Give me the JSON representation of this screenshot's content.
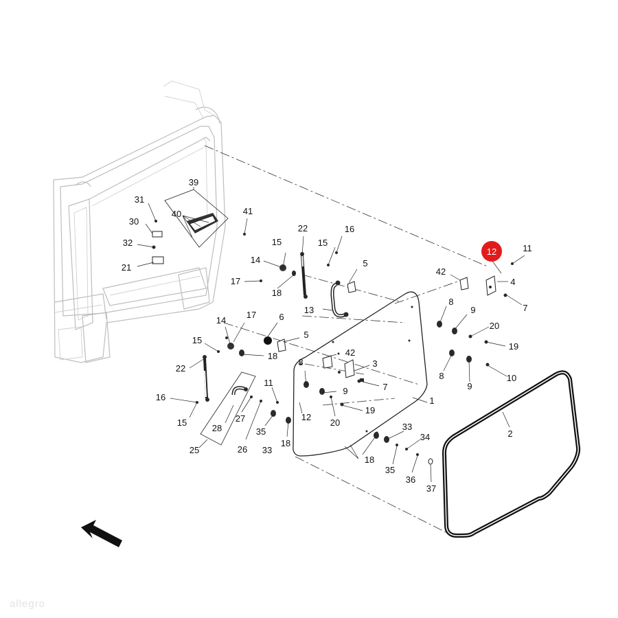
{
  "diagram": {
    "highlight_color": "#e11b1b",
    "highlighted_part": "12",
    "watermark": "allegro",
    "callouts": {
      "c1": "1",
      "c2": "2",
      "c3": "3",
      "c4": "4",
      "c5a": "5",
      "c5b": "5",
      "c6": "6",
      "c7a": "7",
      "c7b": "7",
      "c8a": "8",
      "c8b": "8",
      "c8c": "8",
      "c9a": "9",
      "c9b": "9",
      "c9c": "9",
      "c10": "10",
      "c11a": "11",
      "c11b": "11",
      "c12badge": "12",
      "c12": "12",
      "c13": "13",
      "c14a": "14",
      "c14b": "14",
      "c15a": "15",
      "c15b": "15",
      "c15c": "15",
      "c15d": "15",
      "c16a": "16",
      "c16b": "16",
      "c17a": "17",
      "c17b": "17",
      "c18a": "18",
      "c18b": "18",
      "c18c": "18",
      "c18d": "18",
      "c19a": "19",
      "c19b": "19",
      "c20a": "20",
      "c20b": "20",
      "c21": "21",
      "c22a": "22",
      "c22b": "22",
      "c25": "25",
      "c26": "26",
      "c27": "27",
      "c28": "28",
      "c30": "30",
      "c31": "31",
      "c32": "32",
      "c33a": "33",
      "c33b": "33",
      "c34": "34",
      "c35a": "35",
      "c35b": "35",
      "c36": "36",
      "c37": "37",
      "c39": "39",
      "c40": "40",
      "c41": "41",
      "c42a": "42",
      "c42b": "42"
    },
    "icons": [
      "direction-arrow-icon"
    ]
  }
}
